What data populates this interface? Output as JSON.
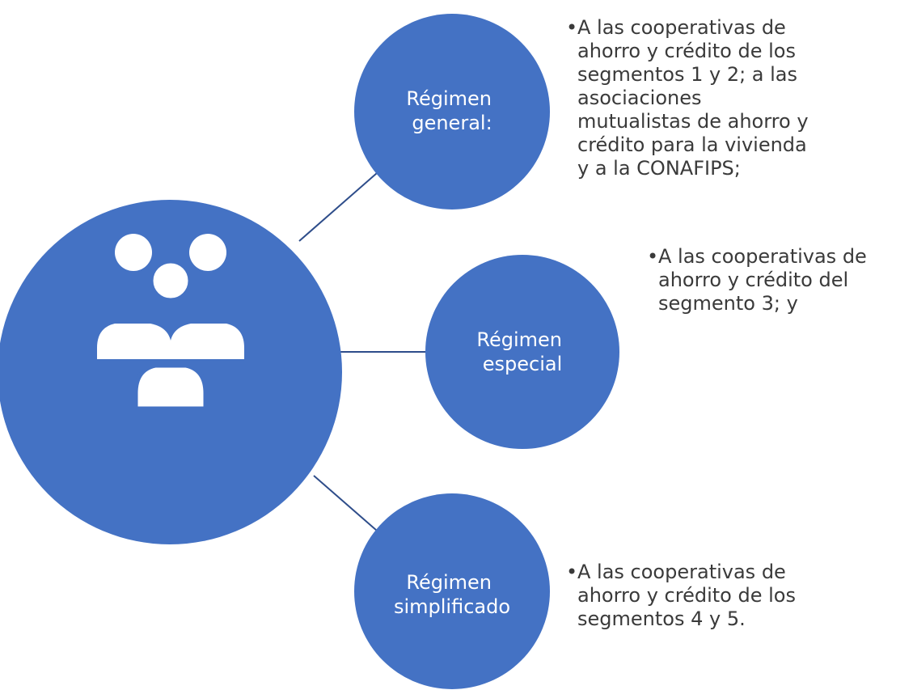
{
  "colors": {
    "circle": "#4472c4",
    "connector": "#2e4d8a",
    "text": "#3a3a3a"
  },
  "central": {
    "icon": "people-group-icon"
  },
  "branches": [
    {
      "label_line1": "Régimen",
      "label_line2": "general:",
      "bullet": "•",
      "description": "A las cooperativas de\nahorro y crédito de los\nsegmentos 1 y 2; a las\nasociaciones\nmutualistas de ahorro y\ncrédito para la vivienda\ny a la CONAFIPS;"
    },
    {
      "label_line1": "Régimen",
      "label_line2": "especial",
      "bullet": "•",
      "description": "A las  cooperativas de\nahorro y crédito del\nsegmento 3; y"
    },
    {
      "label_line1": "Régimen",
      "label_line2": "simplificado",
      "bullet": "•",
      "description": "A las cooperativas de\nahorro y crédito de los\nsegmentos 4 y 5."
    }
  ]
}
